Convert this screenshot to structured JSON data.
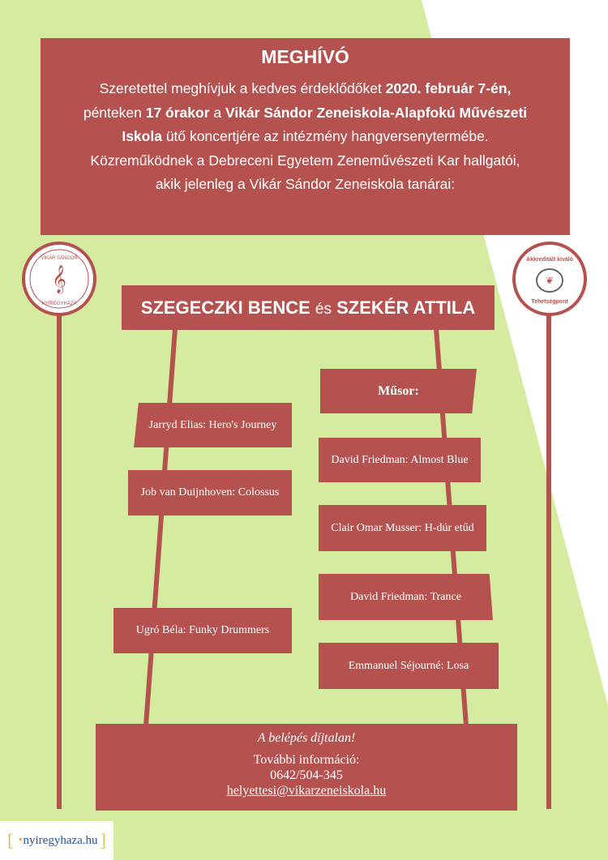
{
  "header": {
    "title": "MEGHÍVÓ",
    "lines": [
      [
        "Szeretettel meghívjuk a kedves érdeklődőket ",
        "2020. február 7-én,",
        ""
      ],
      [
        "pénteken ",
        "17 órakor",
        " a "
      ],
      [
        "",
        "Vikár Sándor Zeneiskola-Alapfokú Művészeti",
        ""
      ],
      [
        "",
        "Iskola",
        " ütő koncertjére az intézmény hangversenytermébe."
      ]
    ],
    "line4": "Közreműködnek a Debreceni Egyetem Zeneművészeti Kar hallgatói,",
    "line5": "akik jelenleg a Vikár Sándor Zeneiskola tanárai:"
  },
  "performers": {
    "name1": "SZEGECZKI BENCE",
    "and": "és",
    "name2": "SZEKÉR ATTILA"
  },
  "program": {
    "title": "Műsor:",
    "left": [
      "Jarryd Elias: Hero's Journey",
      "Job van Duijnhoven: Colossus",
      "Ugró Béla: Funky Drummers"
    ],
    "right": [
      "David Friedman: Almost Blue",
      "Clair Omar Musser: H-dúr etűd",
      "David Friedman: Trance",
      "Emmanuel Séjourné: Losa"
    ]
  },
  "footer": {
    "free": "A belépés díjtalan!",
    "info": "További információ:",
    "phone": "0642/504-345",
    "email": "helyettesi@vikarzeneiskola.hu"
  },
  "logos": {
    "left": "VIKÁR SÁNDOR ZENEISKOLA · NYÍREGYHÁZA",
    "right": "Akkreditált kiváló Tehetségpont"
  },
  "credit": "nyiregyhaza.hu",
  "colors": {
    "box": "#b5524f",
    "green": "#d5eca0"
  }
}
